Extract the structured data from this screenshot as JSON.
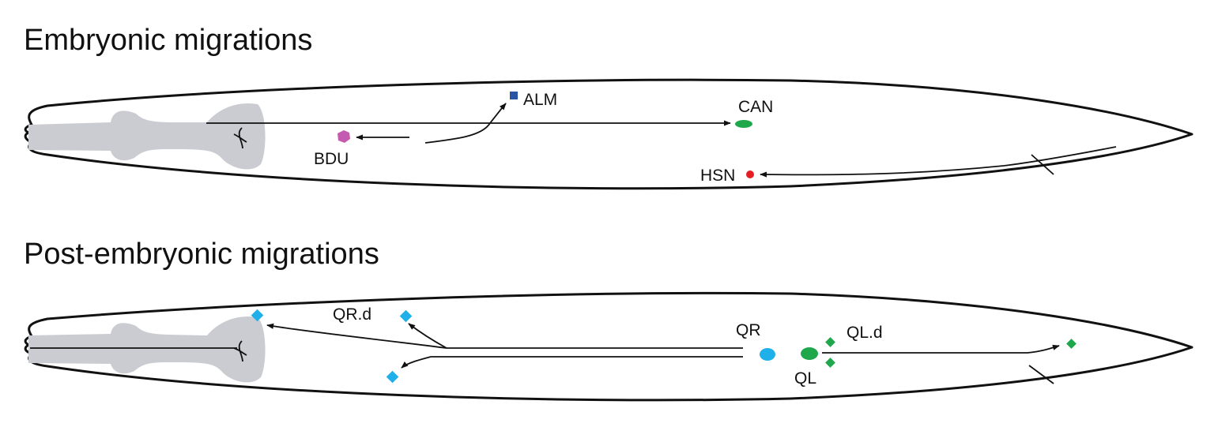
{
  "panels": [
    {
      "title": "Embryonic migrations",
      "cells": [
        {
          "label": "ALM",
          "shape": "square",
          "color": "#2a55a5"
        },
        {
          "label": "CAN",
          "shape": "ellipse",
          "color": "#1fa84b"
        },
        {
          "label": "BDU",
          "shape": "hexagon",
          "color": "#c45bb0"
        },
        {
          "label": "HSN",
          "shape": "circle",
          "color": "#e51e25"
        }
      ]
    },
    {
      "title": "Post-embryonic migrations",
      "cells": [
        {
          "label": "QR.d",
          "shape": "diamond",
          "color": "#1fb0ea"
        },
        {
          "label": "QR",
          "shape": "ellipse",
          "color": "#1fb0ea"
        },
        {
          "label": "QL.d",
          "shape": "diamond",
          "color": "#1fa84b"
        },
        {
          "label": "QL",
          "shape": "ellipse",
          "color": "#1fa84b"
        }
      ]
    }
  ]
}
